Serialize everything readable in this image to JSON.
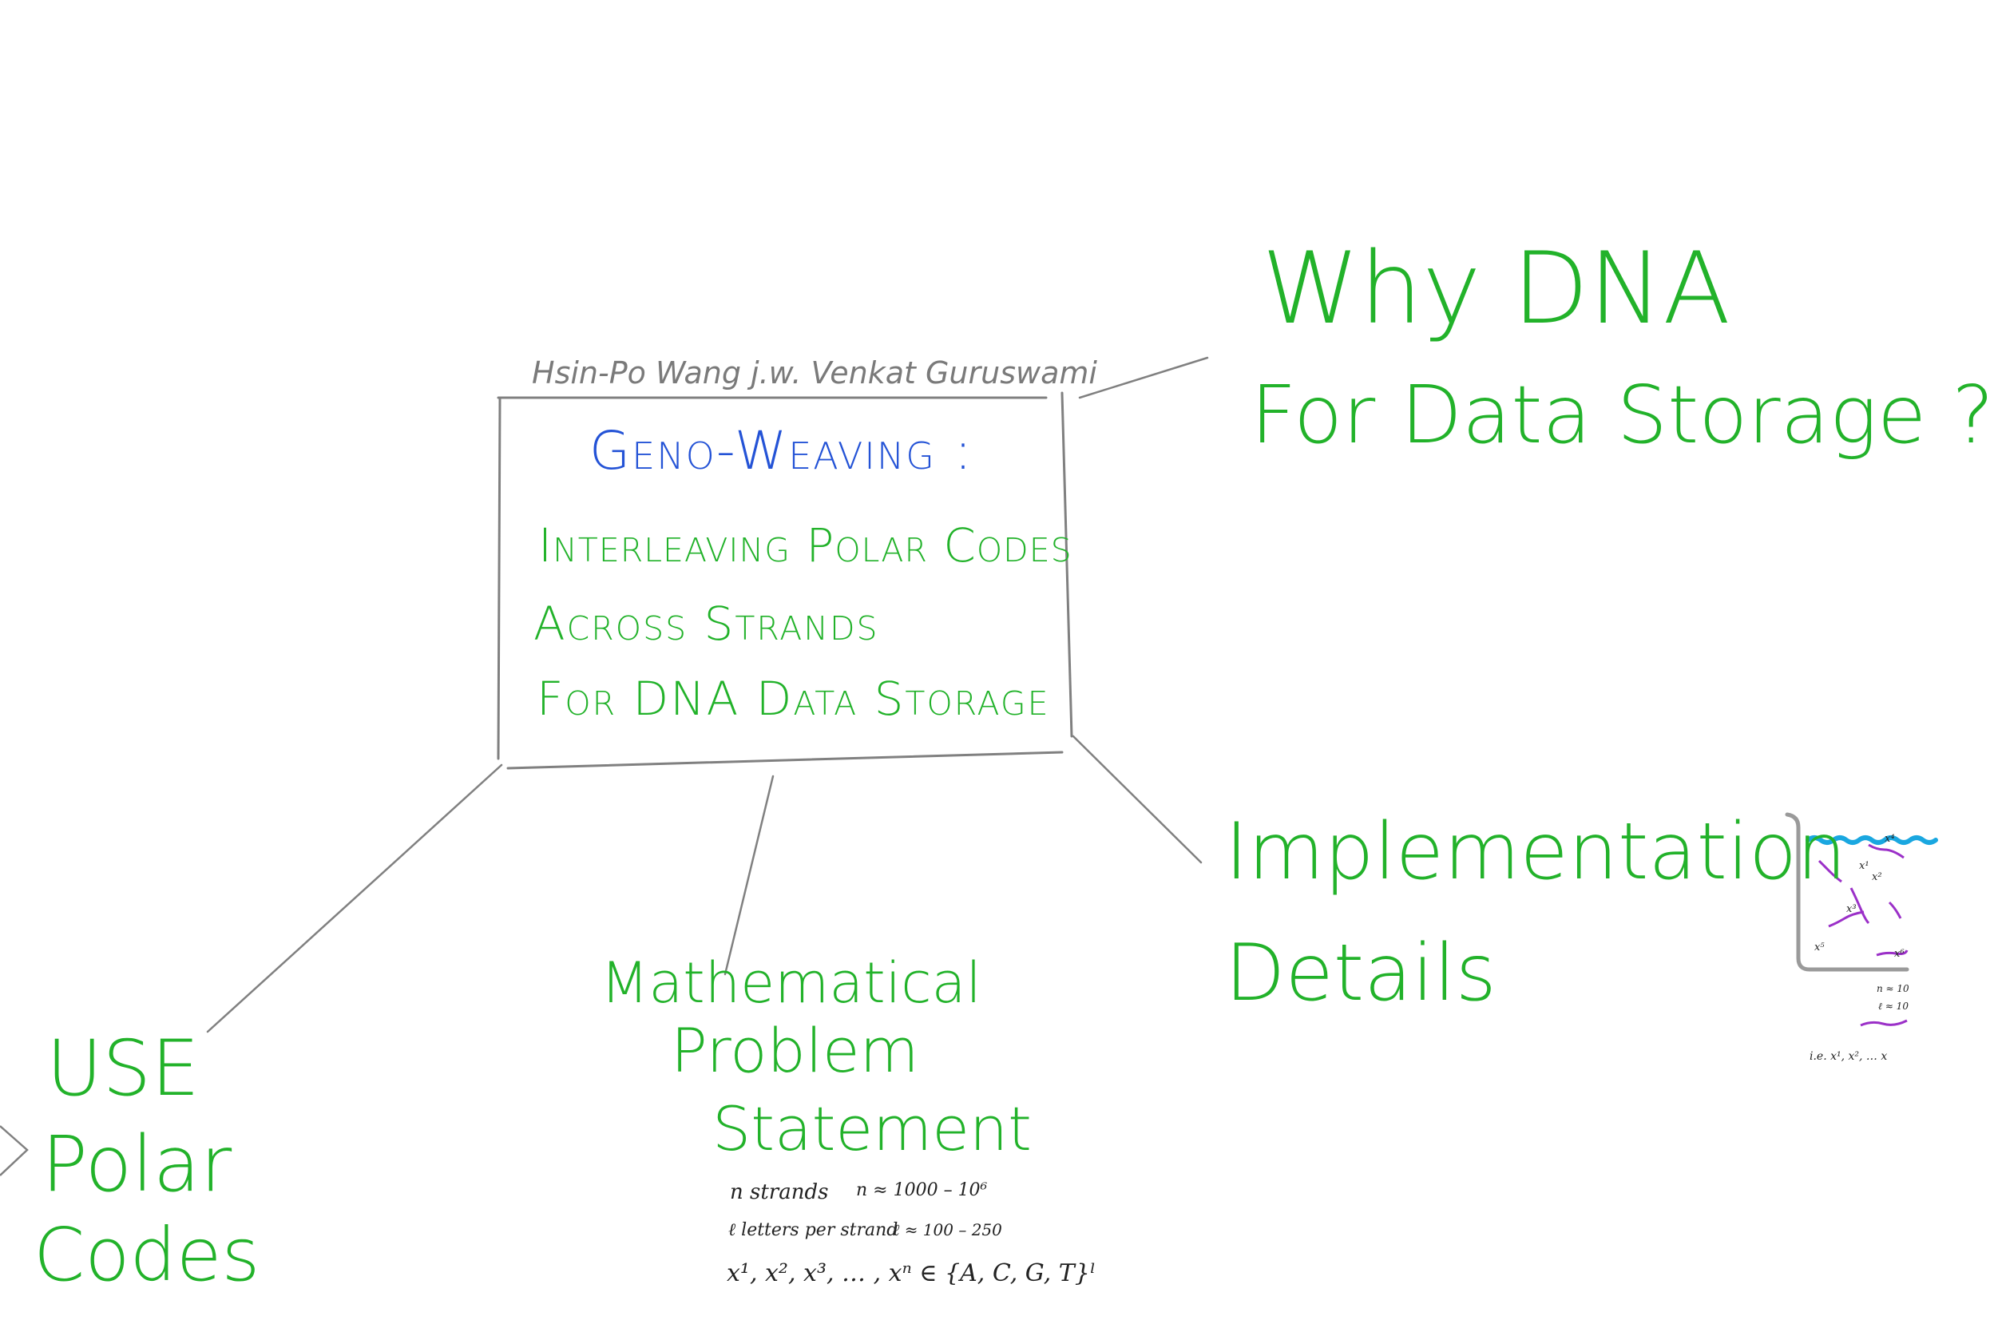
{
  "authors": "Hsin-Po Wang  j.w.  Venkat Guruswami",
  "title_box": {
    "heading": "Geno-Weaving :",
    "line1": "Interleaving Polar Codes",
    "line2": "Across Strands",
    "line3": "For DNA Data Storage"
  },
  "branches": {
    "why_dna_line1": "Why DNA",
    "why_dna_line2": "For Data Storage ?",
    "implementation_line1": "Implementation",
    "implementation_line2": "Details",
    "math_line1": "Mathematical",
    "math_line2": "Problem",
    "math_line3": "Statement",
    "polar_line1": "USE",
    "polar_line2": "Polar",
    "polar_line3": "Codes"
  },
  "math_notes": {
    "n_label": "n  strands",
    "n_range": "n ≈ 1000 – 10⁶",
    "l_label": "ℓ  letters  per strand",
    "l_range": "ℓ ≈ 100 – 250",
    "strands_formula": "x¹, x², x³, … , xⁿ ∈ {A, C, G, T}ˡ"
  },
  "thumbnail": {
    "labels": [
      "x¹",
      "x²",
      "x³",
      "x⁴",
      "x⁵",
      "x⁶"
    ],
    "caption_1": "n ≈ 10",
    "caption_2": "ℓ ≈ 10",
    "caption_3": "i.e.   x¹, x², … x"
  },
  "colors": {
    "ink_green": "#22b22a",
    "ink_blue": "#2453d6",
    "ink_gray": "#7a7a7a",
    "strand_purple": "#9b30c8",
    "strand_cyan": "#1aa7e0"
  }
}
